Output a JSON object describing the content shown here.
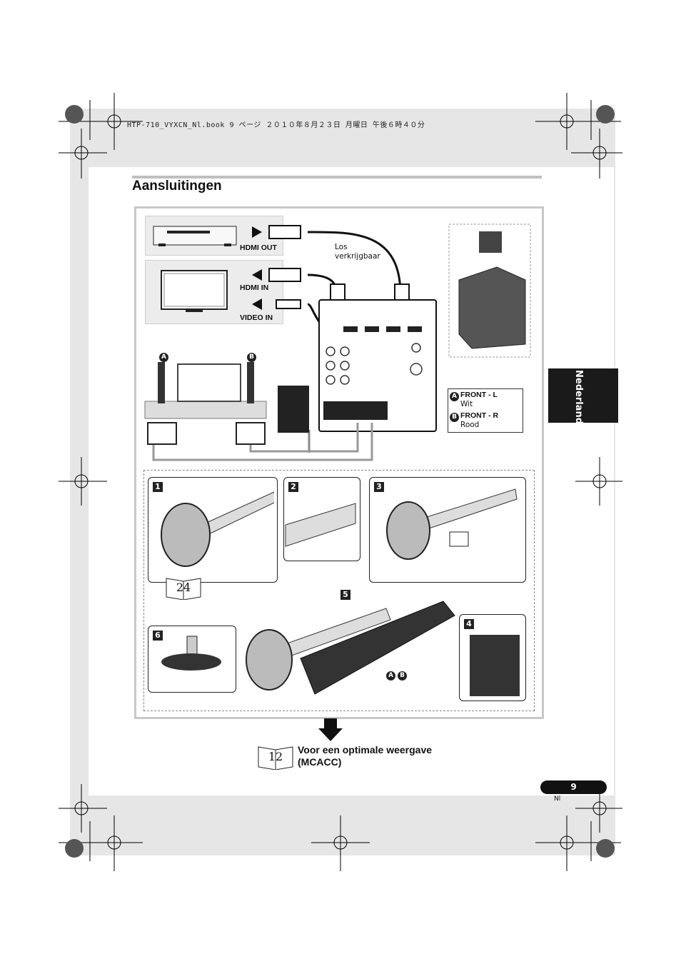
{
  "header": {
    "file_line": "HTP-710_VYXCN_Nl.book  9 ページ  ２０１０年８月２３日  月曜日  午後６時４０分"
  },
  "page": {
    "title": "Aansluitingen",
    "language_tab": "Nederlands",
    "page_number": "9",
    "language_code": "Nl"
  },
  "diagram": {
    "hdmi_out": "HDMI OUT",
    "hdmi_in": "HDMI IN",
    "video_in": "VIDEO IN",
    "cable_note": "Los\nverkrijgbaar",
    "marker_a": "A",
    "marker_b": "B",
    "legend": [
      {
        "marker": "A",
        "name": "FRONT - L",
        "color": "Wit"
      },
      {
        "marker": "B",
        "name": "FRONT - R",
        "color": "Rood"
      }
    ],
    "steps": [
      "1",
      "2",
      "3",
      "4",
      "5",
      "6"
    ],
    "ref_page_24": "24",
    "ref_page_12": "12",
    "ref_12_text": "Voor een optimale weergave\n(MCACC)"
  },
  "colors": {
    "bleed": "#e6e6e6",
    "tab": "#1a1a1a",
    "frame": "#c8c8c8"
  }
}
